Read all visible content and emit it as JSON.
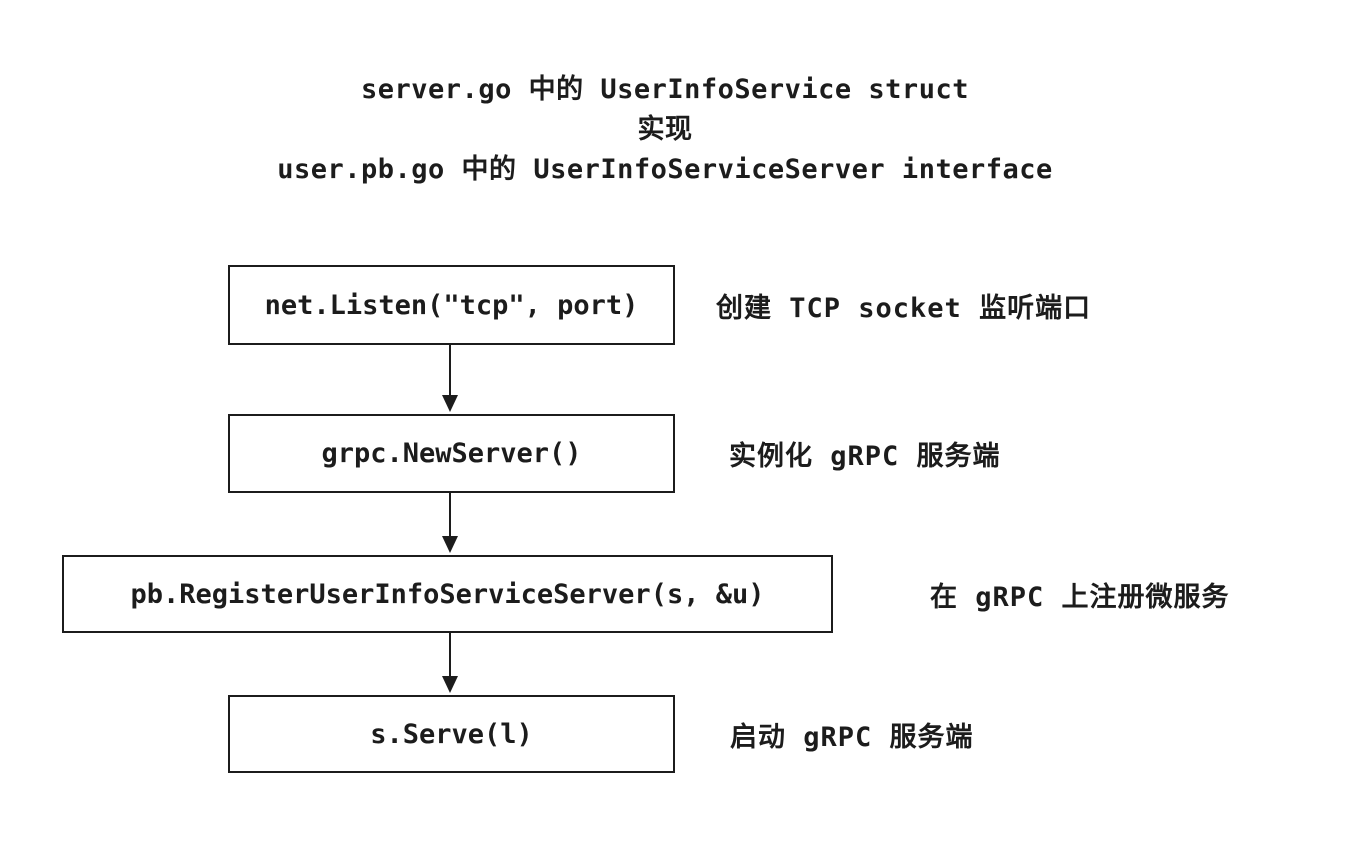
{
  "title": {
    "line1": "server.go 中的 UserInfoService struct",
    "line2": "实现",
    "line3": "user.pb.go 中的 UserInfoServiceServer interface"
  },
  "flow": {
    "steps": [
      {
        "code": "net.Listen(\"tcp\", port)",
        "annotation": "创建 TCP socket 监听端口"
      },
      {
        "code": "grpc.NewServer()",
        "annotation": "实例化 gRPC 服务端"
      },
      {
        "code": "pb.RegisterUserInfoServiceServer(s, &u)",
        "annotation": "在 gRPC 上注册微服务"
      },
      {
        "code": "s.Serve(l)",
        "annotation": "启动 gRPC 服务端"
      }
    ]
  },
  "colors": {
    "background": "#ffffff",
    "line": "#1c1c1c",
    "text": "#1c1c1c"
  }
}
